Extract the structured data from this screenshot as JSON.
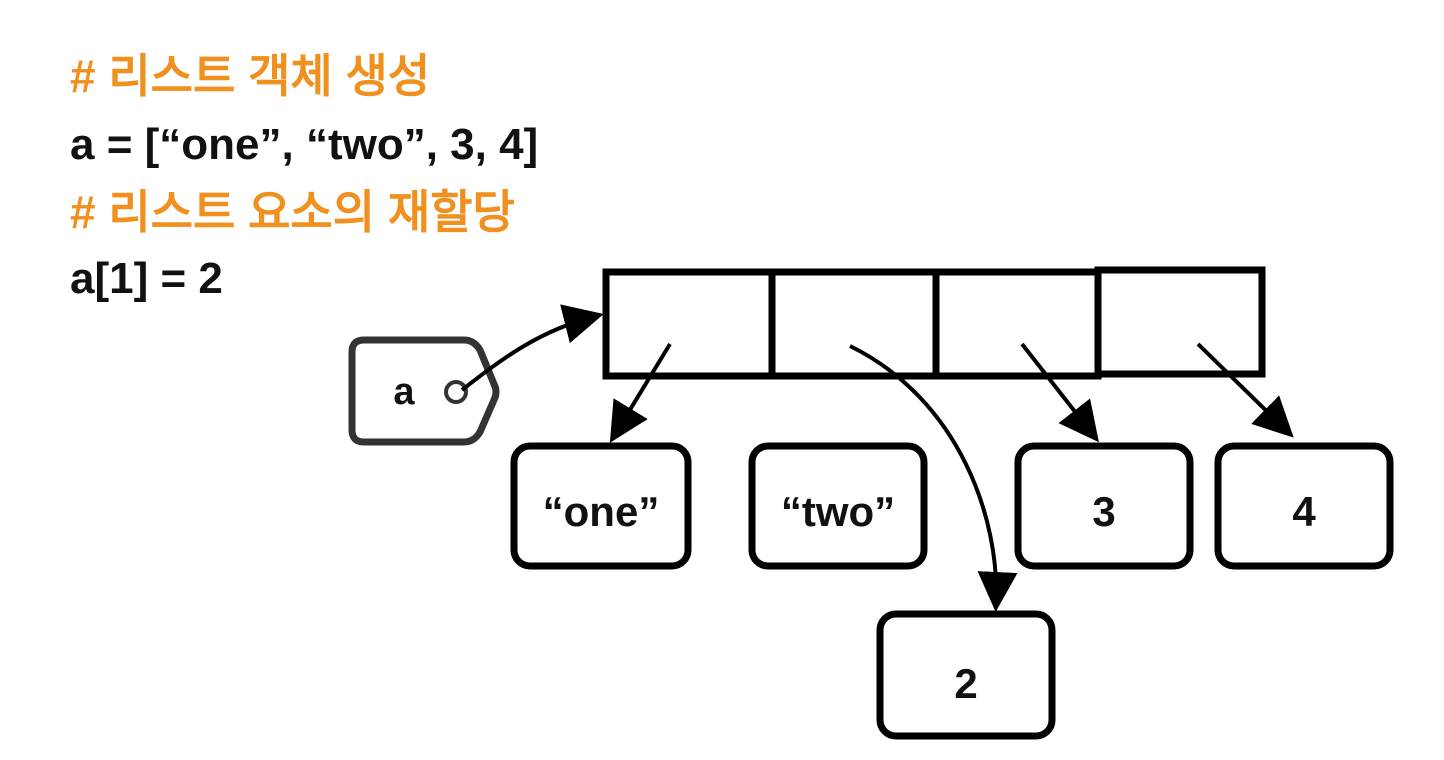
{
  "code": {
    "comment_create": "# 리스트 객체 생성",
    "create_line": "a = [“one”, “two”, 3, 4]",
    "comment_reassign": "# 리스트 요소의 재할당",
    "reassign_line": "a[1] = 2"
  },
  "diagram": {
    "variable_tag": "a",
    "list_cells": [
      "",
      "",
      "",
      ""
    ],
    "elements": [
      "“one”",
      "“two”",
      "3",
      "4"
    ],
    "new_element": "2"
  },
  "colors": {
    "comment": "#f0901e",
    "text": "#111111",
    "stroke": "#000000",
    "tag_stroke": "#333333"
  }
}
